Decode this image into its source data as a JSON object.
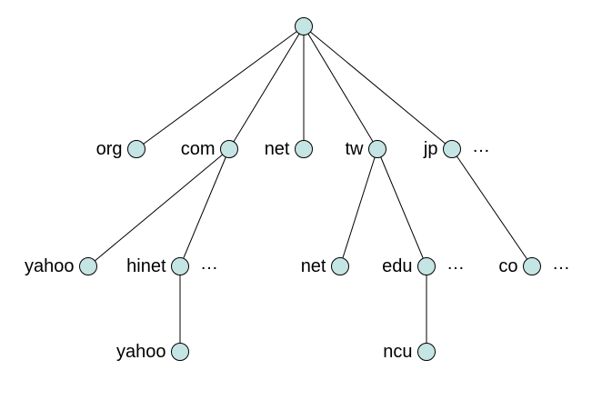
{
  "colors": {
    "node_fill": "#c5e4e4",
    "line": "#000000",
    "background": "#ffffff"
  },
  "tree": {
    "nodes": [
      {
        "id": "root",
        "label": ""
      },
      {
        "id": "org",
        "label": "org",
        "parent": "root"
      },
      {
        "id": "com",
        "label": "com",
        "parent": "root"
      },
      {
        "id": "net",
        "label": "net",
        "parent": "root"
      },
      {
        "id": "tw",
        "label": "tw",
        "parent": "root"
      },
      {
        "id": "jp",
        "label": "jp",
        "parent": "root",
        "more": "…"
      },
      {
        "id": "com-yahoo",
        "label": "yahoo",
        "parent": "com"
      },
      {
        "id": "hinet",
        "label": "hinet",
        "parent": "com",
        "more": "…"
      },
      {
        "id": "tw-net",
        "label": "net",
        "parent": "tw"
      },
      {
        "id": "edu",
        "label": "edu",
        "parent": "tw",
        "more": "…"
      },
      {
        "id": "co",
        "label": "co",
        "parent": "jp",
        "more": "…"
      },
      {
        "id": "hinet-yahoo",
        "label": "yahoo",
        "parent": "hinet"
      },
      {
        "id": "ncu",
        "label": "ncu",
        "parent": "edu"
      }
    ]
  }
}
